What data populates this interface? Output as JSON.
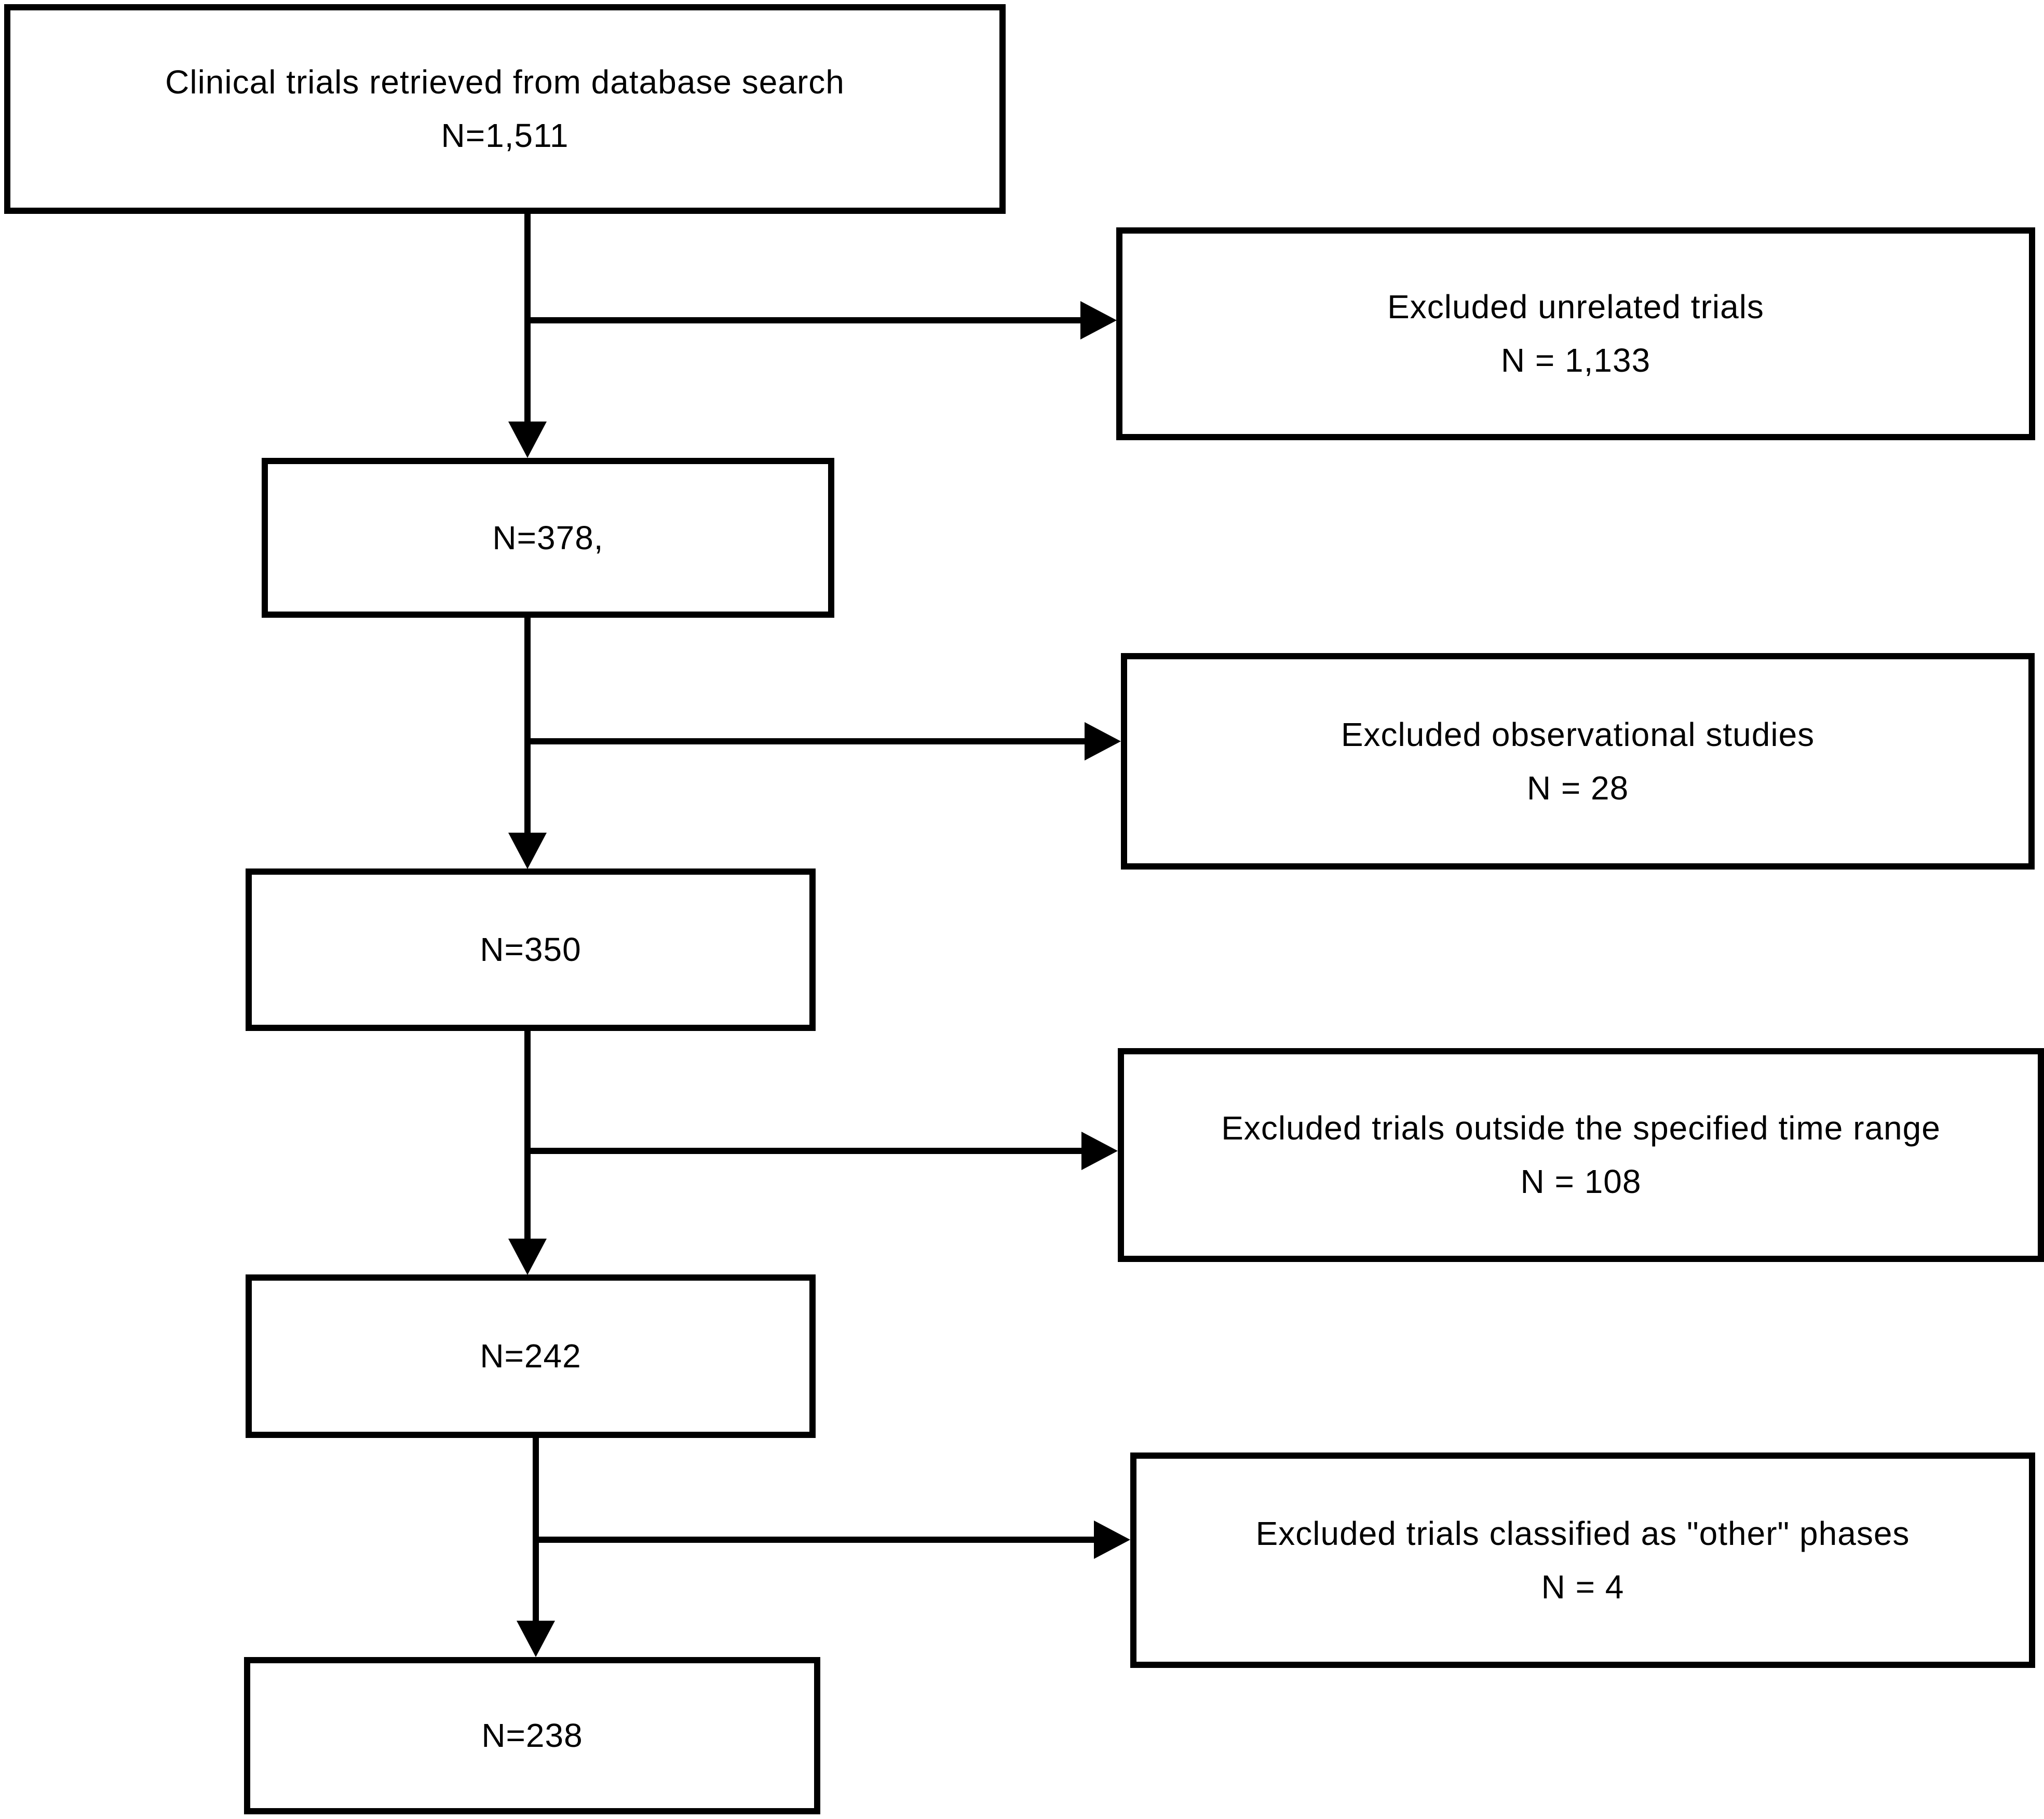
{
  "flow": {
    "main_boxes": [
      {
        "label": "Clinical trials retrieved from database search",
        "n": "N=1,511"
      },
      {
        "n": "N=378,"
      },
      {
        "n": "N=350"
      },
      {
        "n": "N=242"
      },
      {
        "n": "N=238"
      }
    ],
    "exclusions": [
      {
        "label": "Excluded unrelated trials",
        "n": "N = 1,133"
      },
      {
        "label": "Excluded observational studies",
        "n": "N = 28"
      },
      {
        "label": "Excluded trials outside the specified time range",
        "n": "N = 108"
      },
      {
        "label": "Excluded trials classified as \"other\" phases",
        "n": "N = 4"
      }
    ],
    "edges": [
      {
        "from": "Clinical trials retrieved from database search N=1,511",
        "to": "N=378"
      },
      {
        "from": "Clinical trials retrieved from database search N=1,511",
        "to": "Excluded unrelated trials N = 1,133"
      },
      {
        "from": "N=378",
        "to": "N=350"
      },
      {
        "from": "N=378",
        "to": "Excluded observational studies N = 28"
      },
      {
        "from": "N=350",
        "to": "N=242"
      },
      {
        "from": "N=350",
        "to": "Excluded trials outside the specified time range N = 108"
      },
      {
        "from": "N=242",
        "to": "N=238"
      },
      {
        "from": "N=242",
        "to": "Excluded trials classified as \"other\" phases N = 4"
      }
    ],
    "colors": {
      "background": "#ffffff",
      "box_fill": "#ffffff",
      "box_border": "#000000",
      "line": "#000000",
      "text": "#000000"
    }
  }
}
